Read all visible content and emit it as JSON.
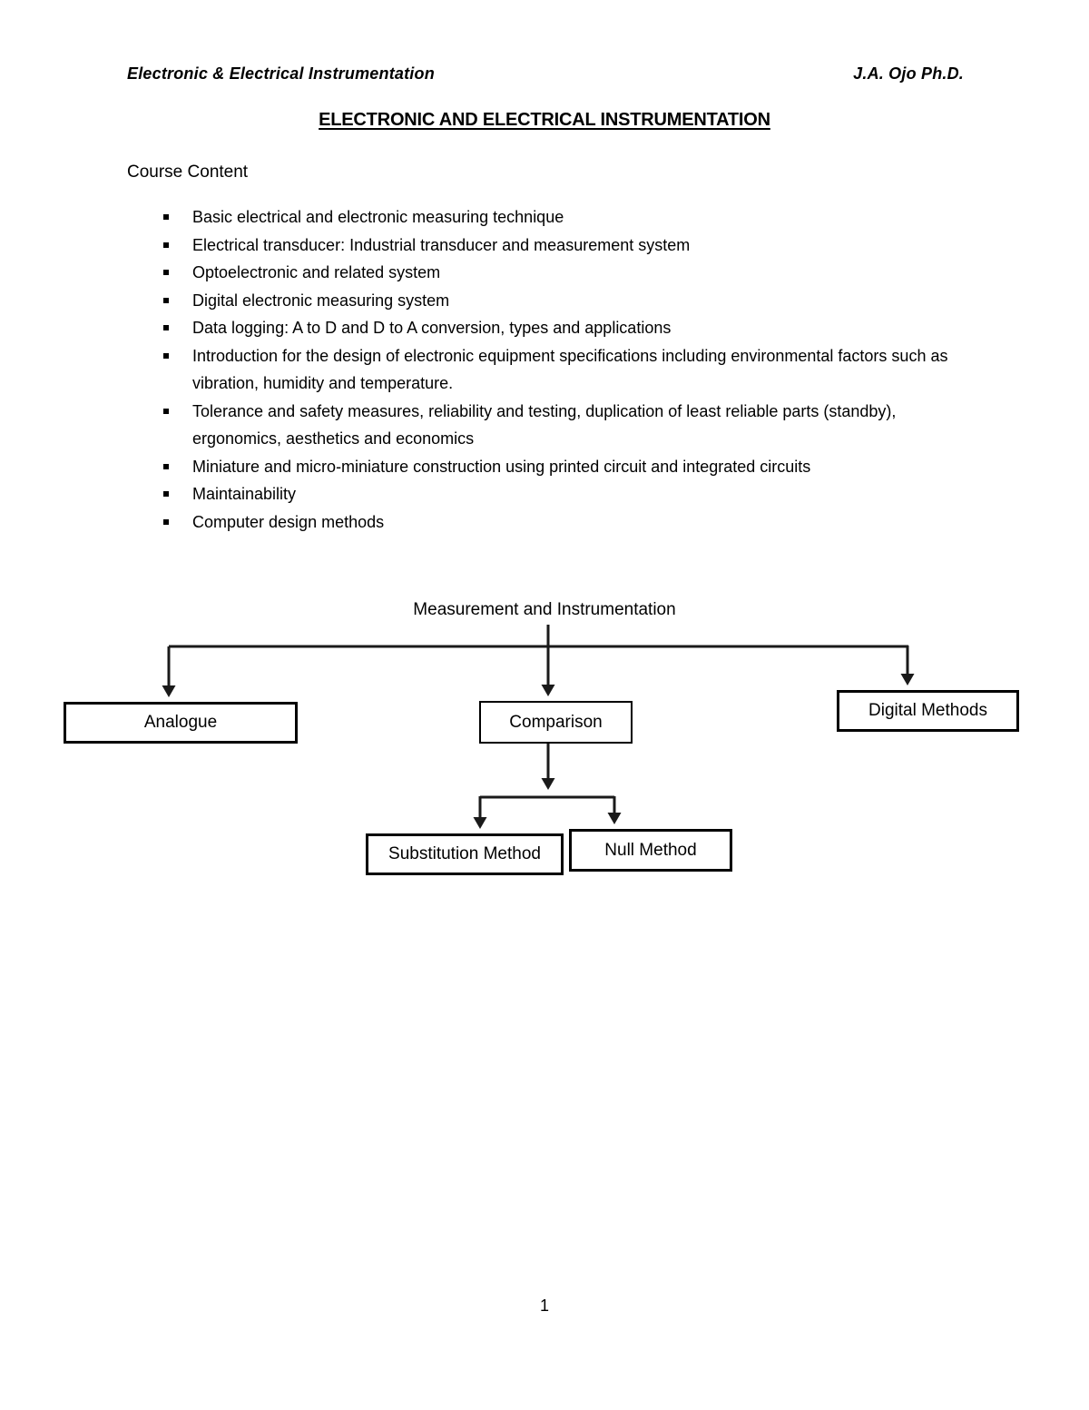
{
  "document": {
    "header_left": "Electronic & Electrical Instrumentation",
    "header_right": "J.A. Ojo Ph.D.",
    "title": "ELECTRONIC AND ELECTRICAL INSTRUMENTATION",
    "section_label": "Course Content",
    "bullets": [
      "Basic electrical and electronic measuring technique",
      "Electrical transducer: Industrial transducer and measurement system",
      "Optoelectronic and related system",
      "Digital electronic measuring system",
      "Data logging: A to D and D to A conversion, types and applications",
      "Introduction for the design of electronic equipment specifications including environmental factors such as vibration, humidity and temperature.",
      "Tolerance and safety measures, reliability and testing, duplication of least reliable parts (standby), ergonomics, aesthetics and economics",
      "Miniature and micro-miniature construction using printed circuit and integrated circuits",
      "Maintainability",
      "Computer design methods"
    ],
    "page_number": "1"
  },
  "diagram": {
    "root_label": "Measurement and Instrumentation",
    "nodes": {
      "analogue": "Analogue",
      "comparison": "Comparison",
      "digital": "Digital Methods",
      "substitution": "Substitution Method",
      "nullmethod": "Null Method"
    }
  },
  "colors": {
    "text": "#000000",
    "background": "#ffffff",
    "line": "#1a1a1a"
  }
}
